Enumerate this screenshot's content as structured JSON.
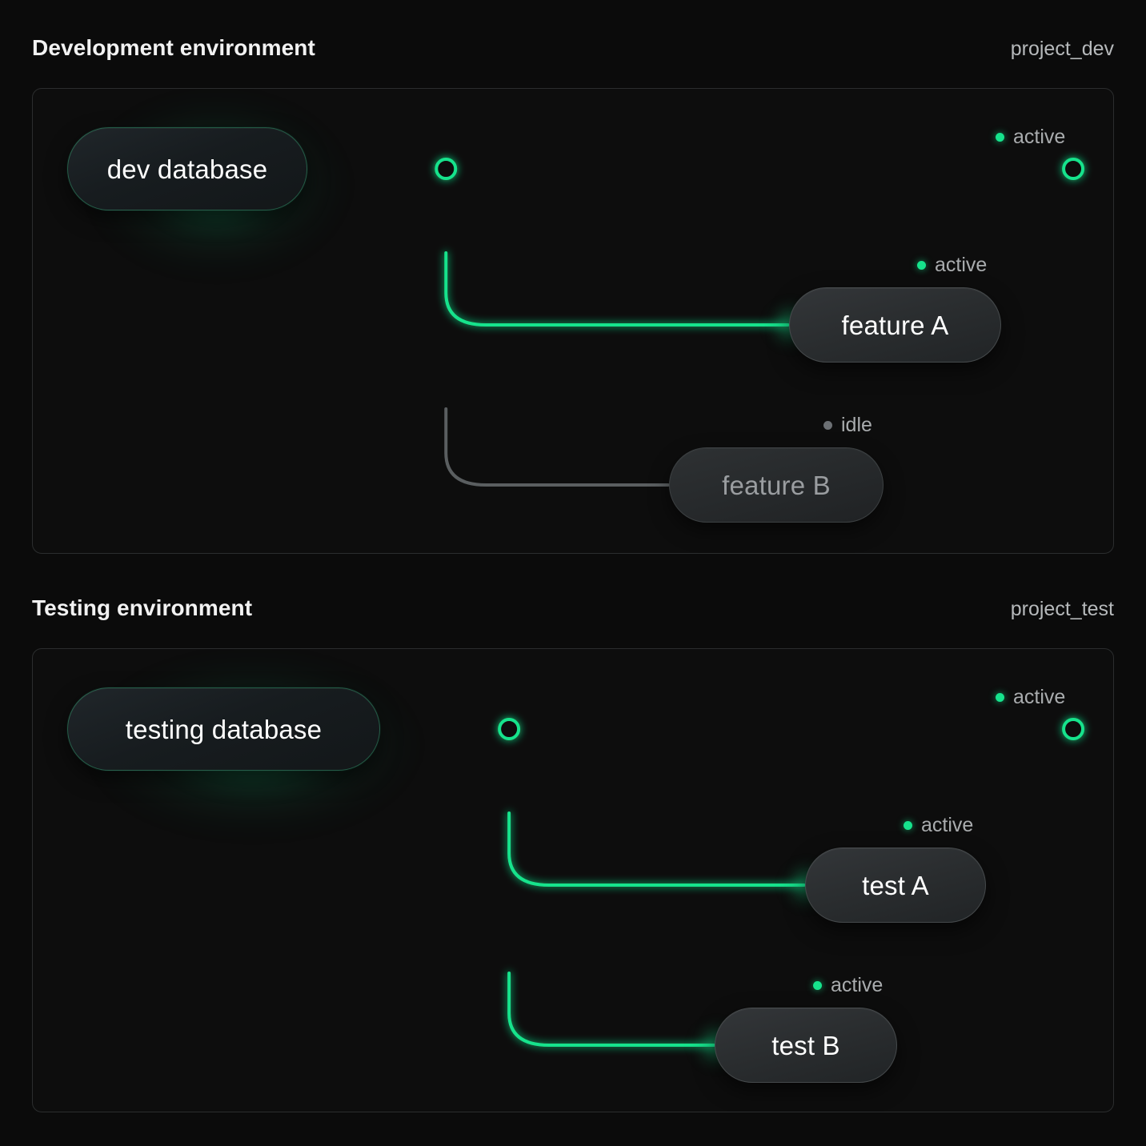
{
  "page": {
    "background": "#0b0b0b",
    "accent_active": "#16e38c",
    "accent_idle": "#6c7074"
  },
  "sections": [
    {
      "id": "development",
      "title": "Development environment",
      "project": "project_dev",
      "database": {
        "label": "dev database",
        "state": "active"
      },
      "trunk_status": {
        "label": "active",
        "state": "active"
      },
      "services": [
        {
          "label": "feature A",
          "status": "active",
          "state": "active"
        },
        {
          "label": "feature B",
          "status": "idle",
          "state": "idle"
        }
      ]
    },
    {
      "id": "testing",
      "title": "Testing environment",
      "project": "project_test",
      "database": {
        "label": "testing database",
        "state": "active"
      },
      "trunk_status": {
        "label": "active",
        "state": "active"
      },
      "services": [
        {
          "label": "test A",
          "status": "active",
          "state": "active"
        },
        {
          "label": "test B",
          "status": "active",
          "state": "active"
        }
      ]
    }
  ]
}
